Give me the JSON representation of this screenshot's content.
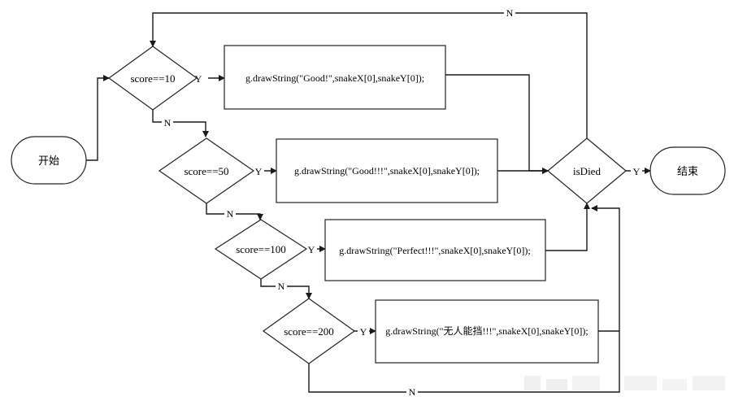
{
  "nodes": {
    "start": "开始",
    "cond1": "score==10",
    "cond2": "score==50",
    "cond3": "score==100",
    "cond4": "score==200",
    "action1": "g.drawString(\"Good!\",snakeX[0],snakeY[0]);",
    "action2": "g.drawString(\"Good!!!\",snakeX[0],snakeY[0]);",
    "action3": "g.drawString(\"Perfect!!!\",snakeX[0],snakeY[0]);",
    "action4": "g.drawString(\"无人能挡!!!\",snakeX[0],snakeY[0]);",
    "isdied": "isDied",
    "end": "结束"
  },
  "edge_labels": {
    "yes": "Y",
    "no": "N"
  }
}
